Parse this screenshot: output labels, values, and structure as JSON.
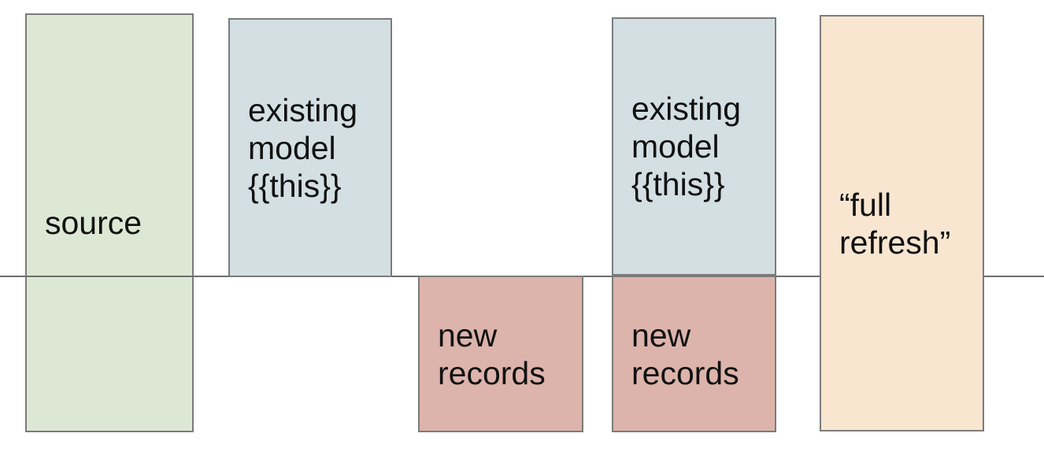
{
  "canvas": {
    "background": "#ffffff"
  },
  "colors": {
    "source_fill": "#dde8d4",
    "model_fill": "#d3dfe3",
    "records_fill": "#dcb4ab",
    "refresh_fill": "#f8e6d1",
    "box_border": "#7b7b7b",
    "timeline": "#6e6e6e",
    "text": "#111111"
  },
  "diagram": {
    "boxes": {
      "source": {
        "label": "source"
      },
      "existing_model_left": {
        "label": "existing\nmodel\n{{this}}"
      },
      "new_records_left": {
        "label": "new\nrecords"
      },
      "existing_model_right": {
        "label": "existing\nmodel\n{{this}}"
      },
      "new_records_right": {
        "label": "new\nrecords"
      },
      "full_refresh": {
        "label": "“full\nrefresh”"
      }
    }
  }
}
